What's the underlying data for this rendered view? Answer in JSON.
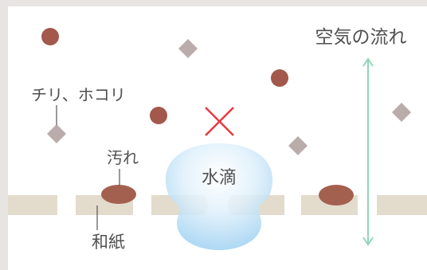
{
  "labels": {
    "air_flow": "空気の流れ",
    "dust": "チリ、ホコリ",
    "stain": "汚れ",
    "water_drop": "水滴",
    "washi": "和紙"
  },
  "icons": {
    "cross": "cross-mark-icon",
    "air_flow_arrow": "double-headed-vertical-arrow-icon",
    "dust_particle": "circle-particle-icon",
    "dust_flake": "diamond-particle-icon",
    "water_drop": "water-droplet-icon"
  },
  "colors": {
    "frame": "#e8e4e2",
    "panel": "#ffffff",
    "particle": "#a2584a",
    "diamond": "#b9acaa",
    "stain": "#a4604f",
    "paper": "#e3dbcc",
    "droplet_center": "#ffffff",
    "droplet_light": "#dff0fb",
    "droplet_dark": "#86c5ee",
    "cross": "#e6393f",
    "air_flow_arrow": "#92d5b8",
    "leader_line": "#555555"
  }
}
